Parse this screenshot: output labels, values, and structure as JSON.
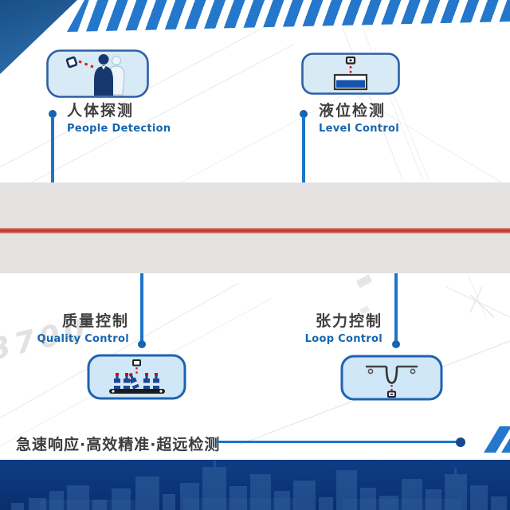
{
  "features": [
    {
      "title_zh": "人体探测",
      "title_en": "People Detection"
    },
    {
      "title_zh": "液位检测",
      "title_en": "Level Control"
    },
    {
      "title_zh": "质量控制",
      "title_en": "Quality Control"
    },
    {
      "title_zh": "张力控制",
      "title_en": "Loop Control"
    }
  ],
  "tagline": "急速响应·高效精准·超远检测",
  "background": {
    "watermark": "3700"
  },
  "colors": {
    "stripe_blue": "#2577cb",
    "connector_blue": "#1b75c8",
    "dot_navy": "#17498f",
    "chinese_text": "#3f3f3f",
    "english_text_blue": "#1766ae",
    "laser_red": "#bf352a",
    "conveyor_band_gray": "#e4e3e1",
    "footer_navy": "#0d3a80",
    "icon_panel_fill": "#d7eaf6",
    "icon_panel_border": "#2b5fa7"
  }
}
